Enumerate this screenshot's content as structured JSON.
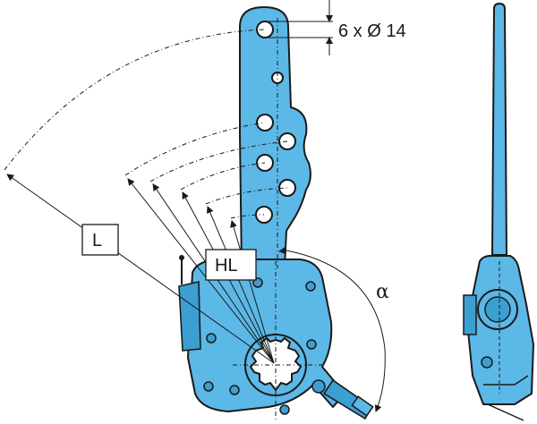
{
  "labels": {
    "holes_spec": "6 x Ø 14",
    "length": "L",
    "hole_length": "HL",
    "angle": "α"
  }
}
